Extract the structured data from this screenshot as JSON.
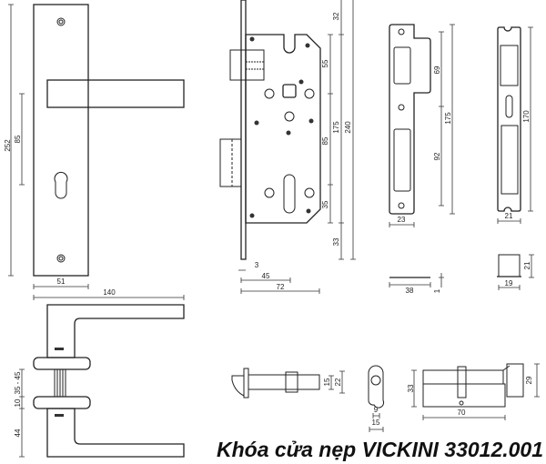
{
  "title": "Khóa cửa nẹp VICKINI 33012.001",
  "handle_plate": {
    "height": "252",
    "handle_to_key": "85",
    "width": "51",
    "lever_length": "140"
  },
  "mortise": {
    "top": "32",
    "upper": "55",
    "middle": "85",
    "lower": "35",
    "bottom": "33",
    "span": "175",
    "total": "240",
    "faceplate": "3",
    "backset": "45",
    "depth": "72"
  },
  "strike_plate": {
    "upper": "69",
    "lower": "92",
    "span": "175",
    "width": "23",
    "length": "38",
    "thickness": "1"
  },
  "faceplate_front": {
    "height": "170",
    "width": "21"
  },
  "strike_box": {
    "height": "21",
    "width": "19"
  },
  "handle_side": {
    "door": "35 - 45",
    "rose": "10",
    "lever_height": "44"
  },
  "latch": {
    "a": "15",
    "b": "22"
  },
  "profile": {
    "a": "9",
    "b": "15"
  },
  "cylinder": {
    "height": "33",
    "knob": "29",
    "length": "70"
  }
}
